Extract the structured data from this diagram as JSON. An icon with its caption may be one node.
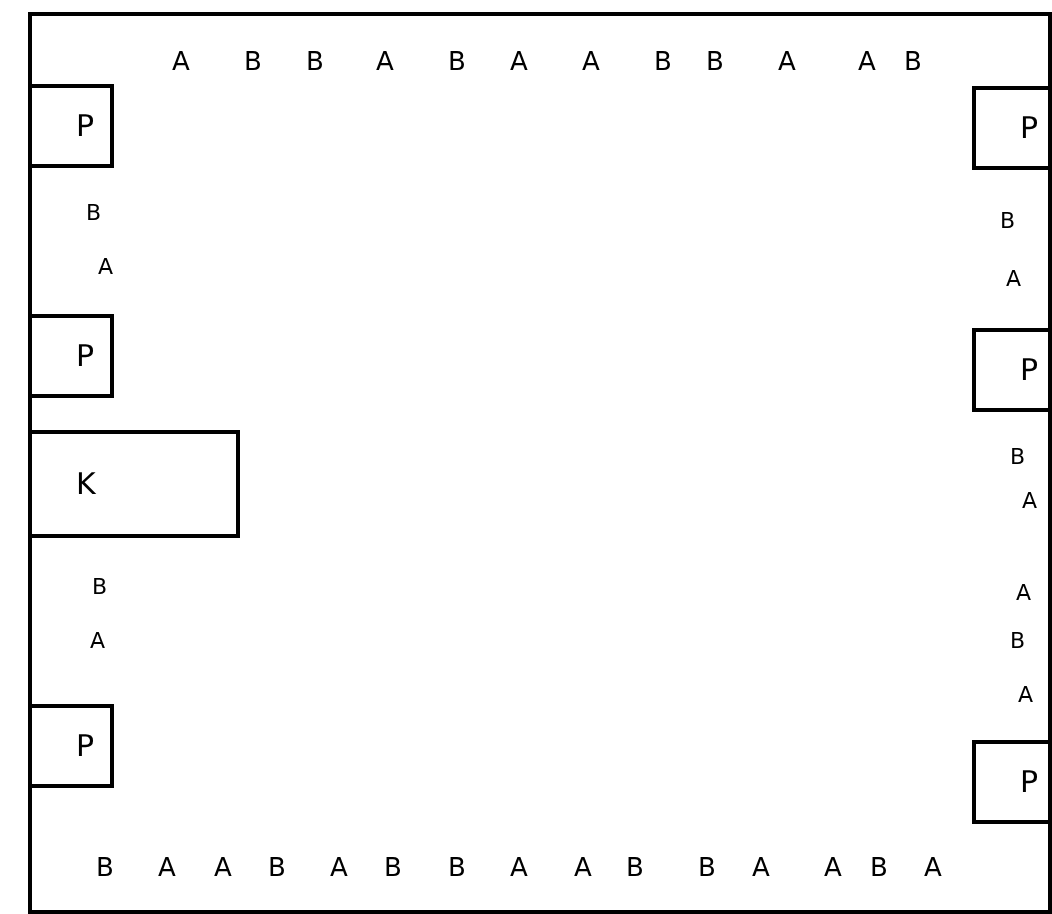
{
  "diagram": {
    "nodes": [
      {
        "text": [],
        "shape": "box"
      },
      {
        "text": [
          "P"
        ],
        "in": 0
      },
      {
        "text": [
          "P"
        ],
        "in": 0
      },
      {
        "text": [
          "P"
        ],
        "in": 0
      },
      {
        "text": [
          "P"
        ],
        "in": 0
      },
      {
        "text": [
          "K"
        ],
        "in": 0
      },
      {
        "text": [
          "P"
        ],
        "in": 0
      },
      {
        "text": [
          "P"
        ],
        "in": 0
      }
    ],
    "edges": [],
    "labels": [
      "A",
      "B",
      "B",
      "A",
      "B",
      "A",
      "A",
      "B",
      "B",
      "A",
      "A",
      "B",
      "B",
      "B",
      "A",
      "A",
      "B",
      "A",
      "B",
      "A",
      "A",
      "B",
      "A",
      "B",
      "A",
      "A",
      "B",
      "A",
      "B",
      "B",
      "A",
      "A",
      "B",
      "B",
      "A",
      "A",
      "B",
      "A"
    ]
  }
}
